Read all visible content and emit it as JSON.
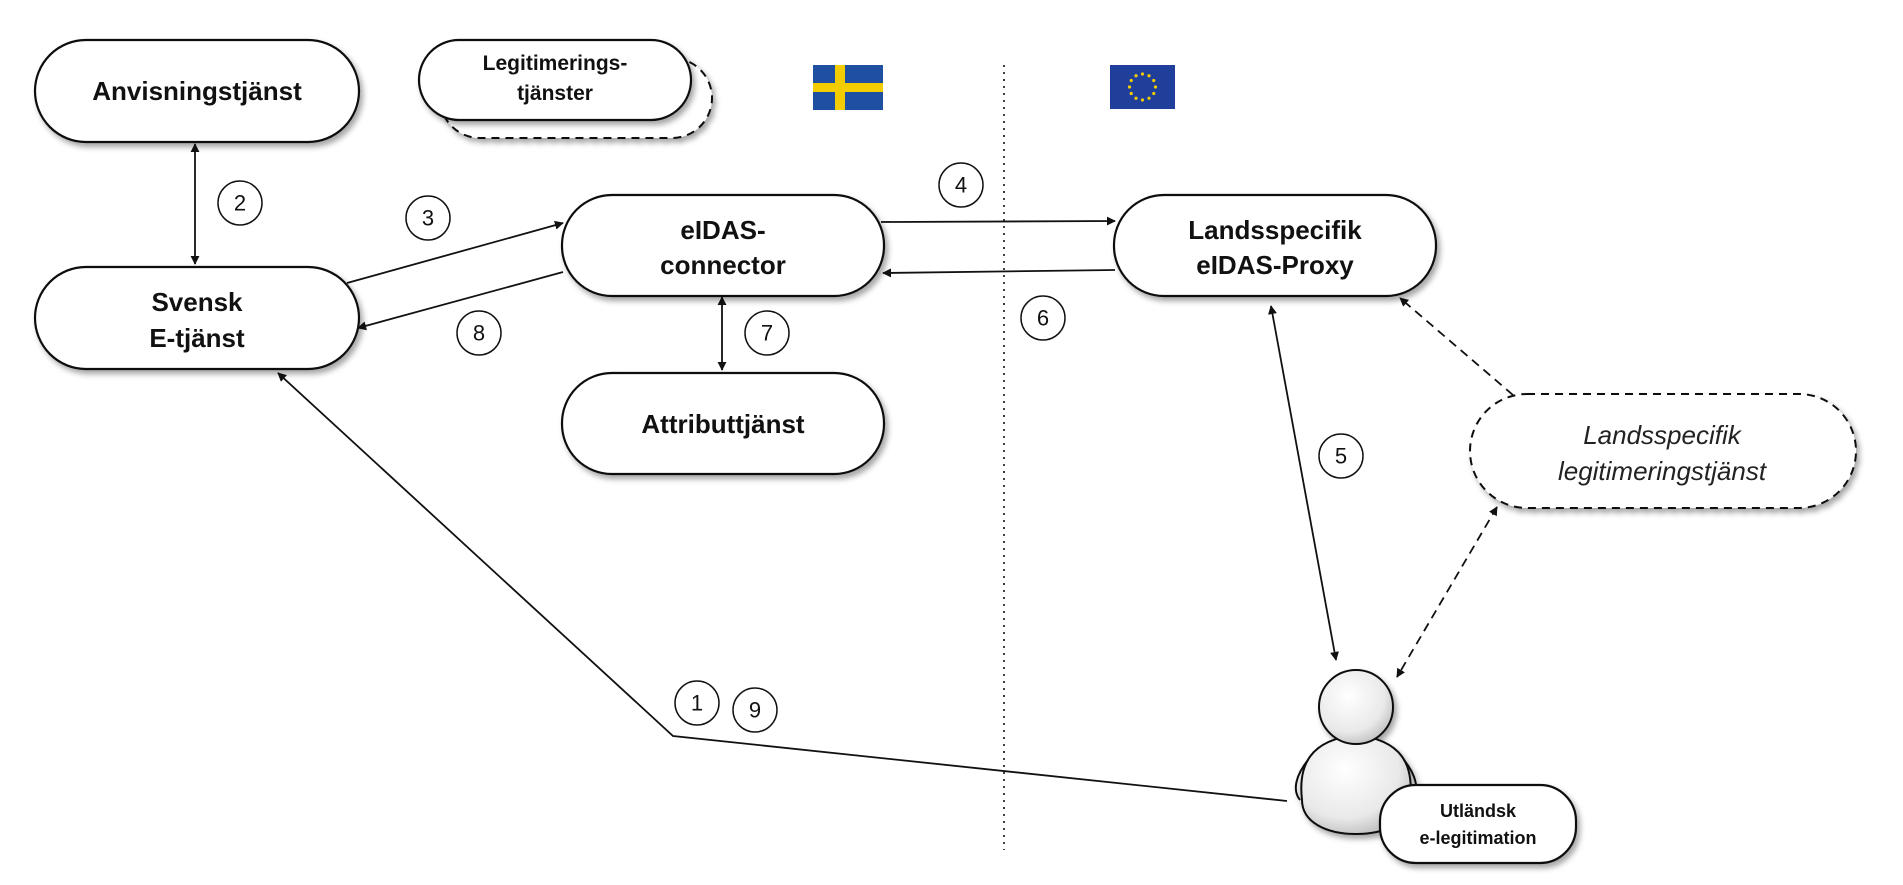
{
  "nodes": {
    "anvisning": "Anvisningstjänst",
    "legitimering": [
      "Legitimerings-",
      "tjänster"
    ],
    "svensk": [
      "Svensk",
      "E-tjänst"
    ],
    "connector": [
      "eIDAS-",
      "connector"
    ],
    "attribut": "Attributtjänst",
    "proxy": [
      "Landsspecifik",
      "eIDAS-Proxy"
    ],
    "landsspecifik_legitimering": [
      "Landsspecifik",
      "legitimeringstjänst"
    ],
    "utlandsk": [
      "Utländsk",
      "e-legitimation"
    ]
  },
  "steps": [
    "1",
    "2",
    "3",
    "4",
    "5",
    "6",
    "7",
    "8",
    "9"
  ],
  "flags": {
    "sweden": {
      "blue": "#1f4fa0",
      "yellow": "#f4cd00"
    },
    "eu": {
      "blue": "#1f3f9a",
      "stars": "#f4cd00"
    }
  },
  "colors": {
    "line": "#111111",
    "fill": "#ffffff"
  }
}
